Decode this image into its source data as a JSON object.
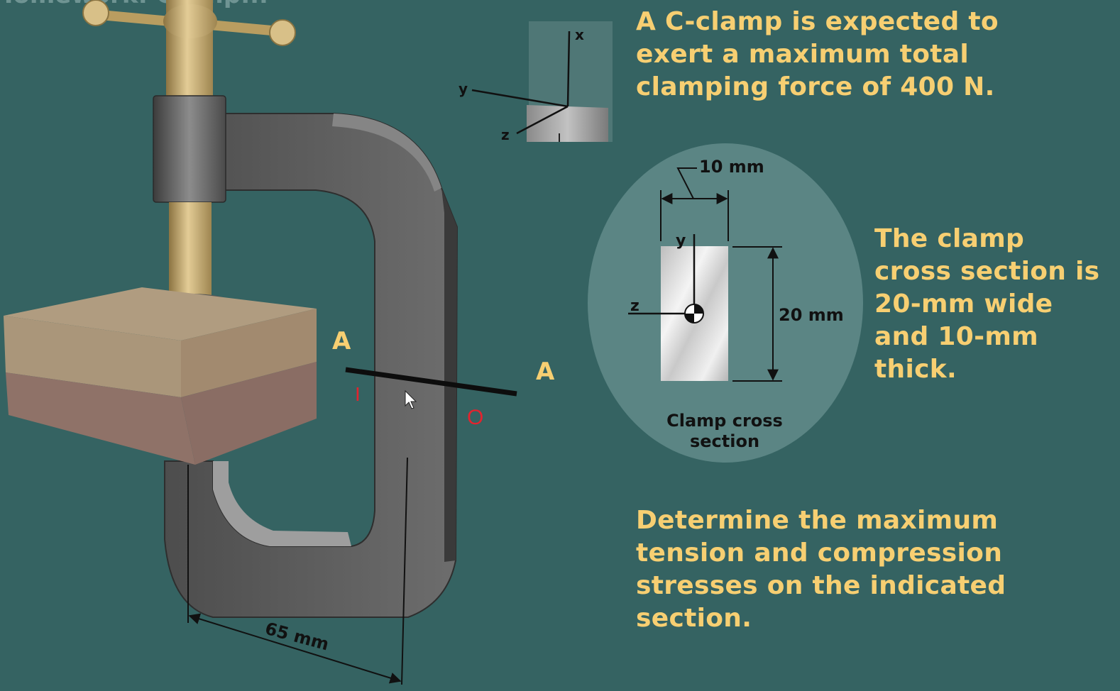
{
  "header": {
    "title_fragment": "Homework: Clamp..."
  },
  "problem": {
    "intro_lines": [
      "A C-clamp is expected to",
      "exert a maximum total",
      "clamping force of 400 N."
    ],
    "section_lines": [
      "The clamp",
      "cross section is",
      "20-mm wide",
      "and 10-mm",
      "thick."
    ],
    "task_lines": [
      "Determine the maximum",
      "tension and compression",
      "stresses on the indicated",
      "section."
    ]
  },
  "clamp_labels": {
    "section_left": "A",
    "section_right": "A",
    "inner_fiber": "I",
    "outer_fiber": "O",
    "distance": "65 mm"
  },
  "axes_inset": {
    "x": "x",
    "y": "y",
    "z": "z"
  },
  "cross_section": {
    "width_dim": "10 mm",
    "height_dim": "20 mm",
    "y_axis": "y",
    "z_axis": "z",
    "caption_line1": "Clamp cross",
    "caption_line2": "section"
  },
  "colors": {
    "background": "#356362",
    "text_accent": "#f7cf72",
    "fiber_marker": "#e3232e",
    "cross_section_panel": "#5b8584"
  }
}
